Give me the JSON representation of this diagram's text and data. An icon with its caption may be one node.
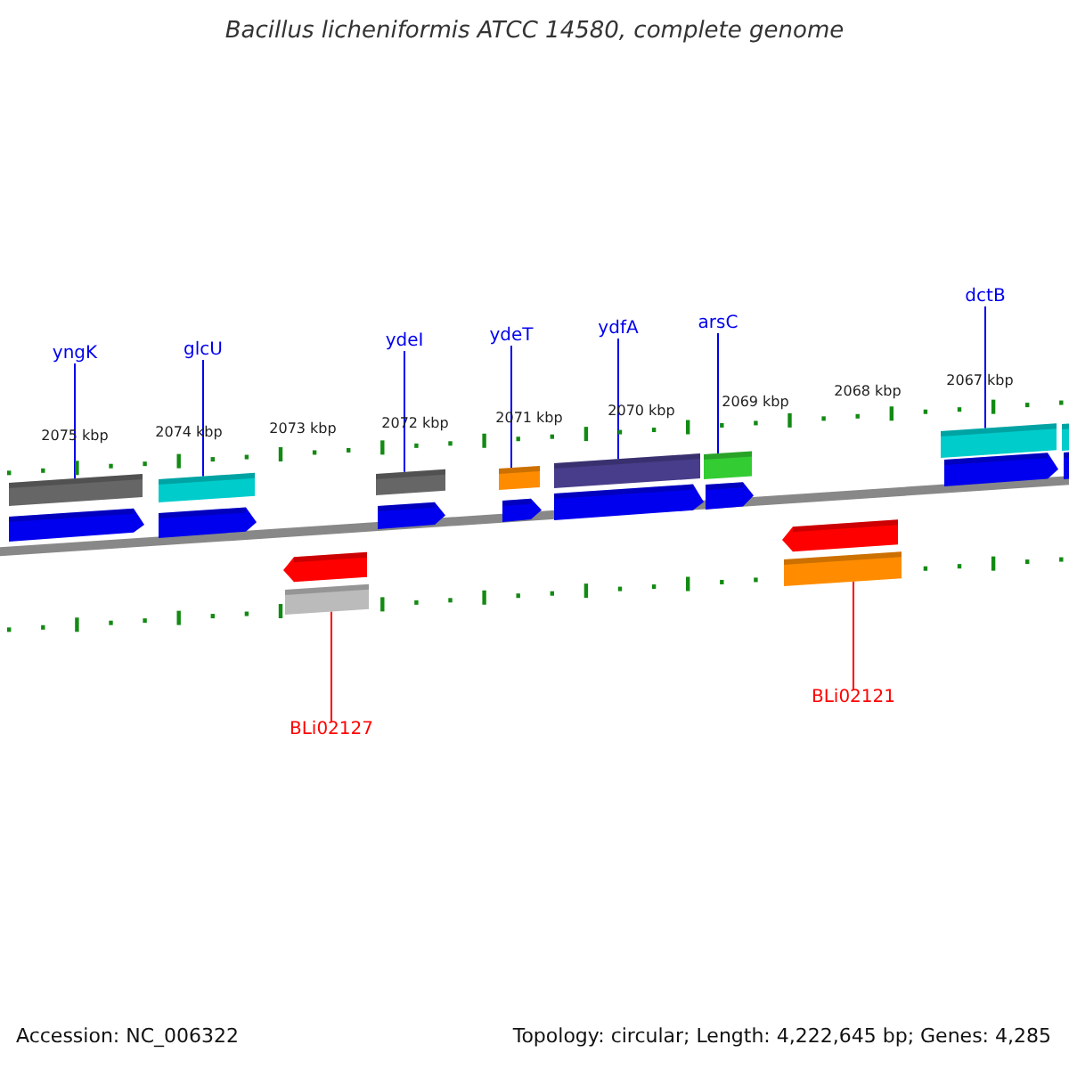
{
  "diagram": {
    "title": "Bacillus licheniformis ATCC 14580, complete genome",
    "nodes": [
      {
        "text": [
          "yngK"
        ]
      },
      {
        "text": [
          "glcU"
        ]
      },
      {
        "text": [
          "ydeI"
        ]
      },
      {
        "text": [
          "ydeT"
        ]
      },
      {
        "text": [
          "ydfA"
        ]
      },
      {
        "text": [
          "arsC"
        ]
      },
      {
        "text": [
          "dctB"
        ]
      },
      {
        "text": [
          "BLi02127"
        ]
      },
      {
        "text": [
          "BLi02121"
        ]
      },
      {
        "text": [],
        "shape": "bar"
      },
      {
        "text": [],
        "shape": "bar"
      },
      {
        "text": [],
        "shape": "bar"
      },
      {
        "text": [],
        "shape": "bar"
      },
      {
        "text": [],
        "shape": "bar"
      },
      {
        "text": [],
        "shape": "bar"
      },
      {
        "text": [],
        "shape": "bar"
      },
      {
        "text": [],
        "shape": "bar"
      },
      {
        "text": [],
        "shape": "bar"
      }
    ],
    "edges": [
      {
        "from": 0,
        "to": 9,
        "arrow": "none"
      },
      {
        "from": 1,
        "to": 10,
        "arrow": "none"
      },
      {
        "from": 2,
        "to": 11,
        "arrow": "none"
      },
      {
        "from": 3,
        "to": 12,
        "arrow": "none"
      },
      {
        "from": 4,
        "to": 13,
        "arrow": "none"
      },
      {
        "from": 5,
        "to": 14,
        "arrow": "none"
      },
      {
        "from": 6,
        "to": 15,
        "arrow": "none"
      },
      {
        "from": 7,
        "to": 16,
        "arrow": "none",
        "color": "#ff0000"
      },
      {
        "from": 8,
        "to": 17,
        "arrow": "none",
        "color": "#ff0000"
      }
    ],
    "labels": [
      "2075 kbp",
      "2074 kbp",
      "2073 kbp",
      "2072 kbp",
      "2071 kbp",
      "2070 kbp",
      "2069 kbp",
      "2068 kbp",
      "2067 kbp",
      "Accession: NC_006322",
      "Topology: circular; Length: 4,222,645 bp; Genes: 4,285"
    ]
  }
}
